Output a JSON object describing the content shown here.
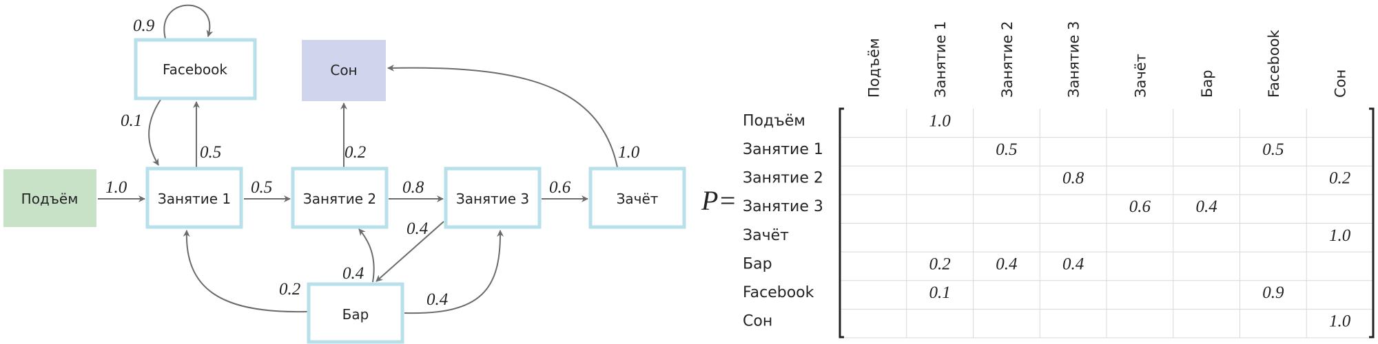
{
  "colors": {
    "box_border": "#b8e0ea",
    "start_fill": "#c8e2c8",
    "end_fill": "#d0d4ec",
    "edge": "#6b6b6b",
    "grid": "#d8d8d8"
  },
  "nodes": {
    "podem": "Подъём",
    "z1": "Занятие 1",
    "z2": "Занятие 2",
    "z3": "Занятие 3",
    "zachet": "Зачёт",
    "bar": "Бар",
    "facebook": "Facebook",
    "son": "Сон"
  },
  "edges": [
    {
      "from": "Подъём",
      "to": "Занятие 1",
      "label": "1.0"
    },
    {
      "from": "Занятие 1",
      "to": "Занятие 2",
      "label": "0.5"
    },
    {
      "from": "Занятие 2",
      "to": "Занятие 3",
      "label": "0.8"
    },
    {
      "from": "Занятие 3",
      "to": "Зачёт",
      "label": "0.6"
    },
    {
      "from": "Занятие 1",
      "to": "Facebook",
      "label": "0.5"
    },
    {
      "from": "Занятие 2",
      "to": "Сон",
      "label": "0.2"
    },
    {
      "from": "Facebook",
      "to": "Занятие 1",
      "label": "0.1"
    },
    {
      "from": "Facebook",
      "to": "Facebook",
      "label": "0.9"
    },
    {
      "from": "Зачёт",
      "to": "Сон",
      "label": "1.0"
    },
    {
      "from": "Занятие 3",
      "to": "Бар",
      "label": "0.4"
    },
    {
      "from": "Бар",
      "to": "Занятие 2",
      "label": "0.4"
    },
    {
      "from": "Бар",
      "to": "Занятие 1",
      "label": "0.2"
    },
    {
      "from": "Бар",
      "to": "Занятие 3",
      "label": "0.4"
    }
  ],
  "matrix": {
    "symbol": "P=",
    "states": [
      "Подъём",
      "Занятие 1",
      "Занятие 2",
      "Занятие 3",
      "Зачёт",
      "Бар",
      "Facebook",
      "Сон"
    ],
    "cells": [
      [
        "",
        "1.0",
        "",
        "",
        "",
        "",
        "",
        ""
      ],
      [
        "",
        "",
        "0.5",
        "",
        "",
        "",
        "0.5",
        ""
      ],
      [
        "",
        "",
        "",
        "0.8",
        "",
        "",
        "",
        "0.2"
      ],
      [
        "",
        "",
        "",
        "",
        "0.6",
        "0.4",
        "",
        ""
      ],
      [
        "",
        "",
        "",
        "",
        "",
        "",
        "",
        "1.0"
      ],
      [
        "",
        "0.2",
        "0.4",
        "0.4",
        "",
        "",
        "",
        ""
      ],
      [
        "",
        "0.1",
        "",
        "",
        "",
        "",
        "0.9",
        ""
      ],
      [
        "",
        "",
        "",
        "",
        "",
        "",
        "",
        "1.0"
      ]
    ]
  }
}
